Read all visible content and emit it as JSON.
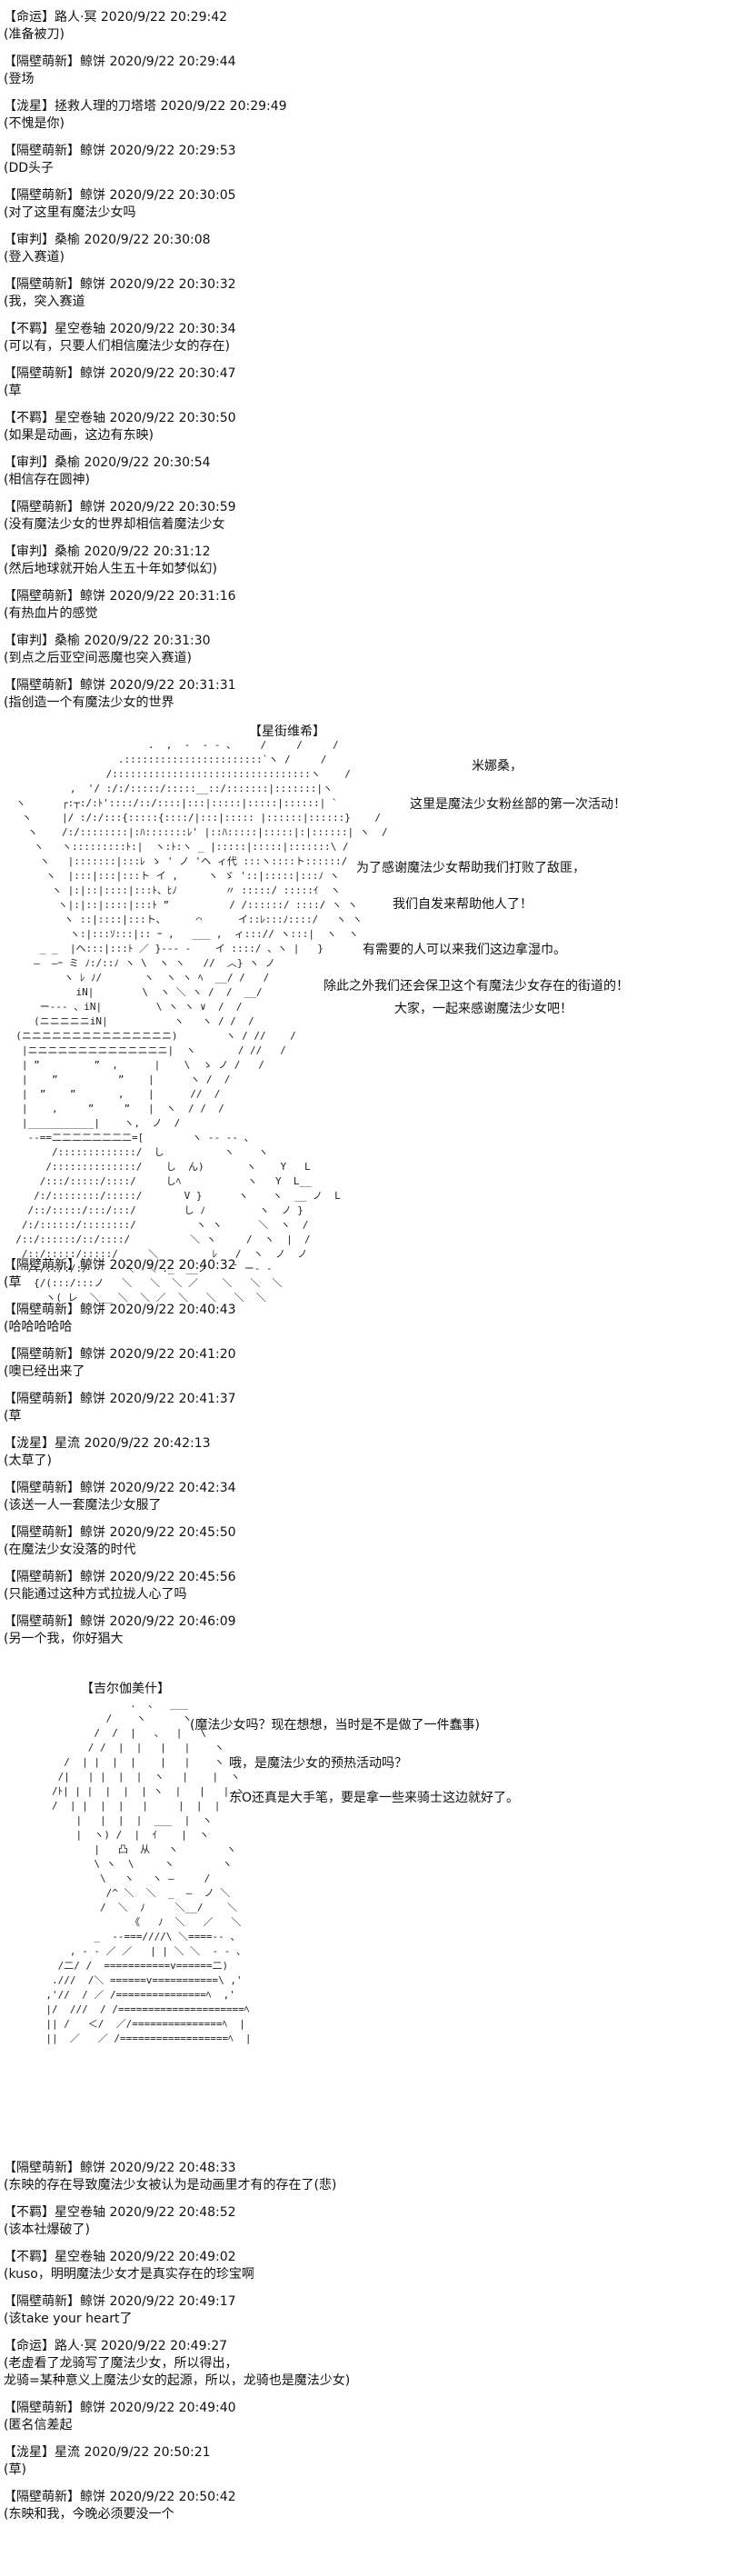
{
  "messages_a": [
    {
      "header": "【命运】路人·冥 2020/9/22 20:29:42",
      "text": "(准备被刀)"
    },
    {
      "header": "【隔壁萌新】鲸饼 2020/9/22 20:29:44",
      "text": "(登场"
    },
    {
      "header": "【泷星】拯救人理的刀塔塔 2020/9/22 20:29:49",
      "text": "(不愧是你)"
    },
    {
      "header": "【隔壁萌新】鲸饼 2020/9/22 20:29:53",
      "text": "(DD头子"
    },
    {
      "header": "【隔壁萌新】鲸饼 2020/9/22 20:30:05",
      "text": "(对了这里有魔法少女吗"
    },
    {
      "header": "【审判】桑榆 2020/9/22 20:30:08",
      "text": "(登入赛道)"
    },
    {
      "header": "【隔壁萌新】鲸饼 2020/9/22 20:30:32",
      "text": "(我，突入赛道"
    },
    {
      "header": "【不羁】星空卷轴 2020/9/22 20:30:34",
      "text": "(可以有，只要人们相信魔法少女的存在)"
    },
    {
      "header": "【隔壁萌新】鲸饼 2020/9/22 20:30:47",
      "text": "(草"
    },
    {
      "header": "【不羁】星空卷轴 2020/9/22 20:30:50",
      "text": "(如果是动画，这边有东映)"
    },
    {
      "header": "【审判】桑榆 2020/9/22 20:30:54",
      "text": "(相信存在圆神)"
    },
    {
      "header": "【隔壁萌新】鲸饼 2020/9/22 20:30:59",
      "text": "(没有魔法少女的世界却相信着魔法少女"
    },
    {
      "header": "【审判】桑榆 2020/9/22 20:31:12",
      "text": "(然后地球就开始人生五十年如梦似幻)"
    },
    {
      "header": "【隔壁萌新】鲸饼 2020/9/22 20:31:16",
      "text": "(有热血片的感觉"
    },
    {
      "header": "【审判】桑榆 2020/9/22 20:31:30",
      "text": "(到点之后亚空间恶魔也突入赛道)"
    },
    {
      "header": "【隔壁萌新】鲸饼 2020/9/22 20:31:31",
      "text": "(指创造一个有魔法少女的世界"
    }
  ],
  "art1": {
    "title": "【星街维希】",
    "lines": [
      "米娜桑，",
      "这里是魔法少女粉丝部的第一次活动！",
      "为了感谢魔法少女帮助我们打败了敌匪，",
      "我们自发来帮助他人了！",
      "有需要的人可以来我们这边拿湿巾。",
      "除此之外我们还会保卫这个有魔法少女存在的街道的！",
      "大家，一起来感谢魔法少女吧！"
    ]
  },
  "messages_b": [
    {
      "header": "【隔壁萌新】鲸饼 2020/9/22 20:40:32",
      "text": "(草"
    },
    {
      "header": "【隔壁萌新】鲸饼 2020/9/22 20:40:43",
      "text": "(哈哈哈哈哈"
    },
    {
      "header": "【隔壁萌新】鲸饼 2020/9/22 20:41:20",
      "text": "(噢已经出来了"
    },
    {
      "header": "【隔壁萌新】鲸饼 2020/9/22 20:41:37",
      "text": "(草"
    },
    {
      "header": "【泷星】星流 2020/9/22 20:42:13",
      "text": "(太草了)"
    },
    {
      "header": "【隔壁萌新】鲸饼 2020/9/22 20:42:34",
      "text": "(该送一人一套魔法少女服了"
    },
    {
      "header": "【隔壁萌新】鲸饼 2020/9/22 20:45:50",
      "text": "(在魔法少女没落的时代"
    },
    {
      "header": "【隔壁萌新】鲸饼 2020/9/22 20:45:56",
      "text": "(只能通过这种方式拉拢人心了吗"
    },
    {
      "header": "【隔壁萌新】鲸饼 2020/9/22 20:46:09",
      "text": "(另一个我，你好猖大"
    }
  ],
  "art2": {
    "title": "【吉尔伽美什】",
    "lines": [
      "(魔法少女吗？现在想想，当时是不是做了一件蠢事)",
      "哦，是魔法少女的预热活动吗？",
      "东O还真是大手笔，要是拿一些来骑士这边就好了。"
    ]
  },
  "messages_c": [
    {
      "header": "【隔壁萌新】鲸饼 2020/9/22 20:48:33",
      "text": "(东映的存在导致魔法少女被认为是动画里才有的存在了(悲)"
    },
    {
      "header": "【不羁】星空卷轴 2020/9/22 20:48:52",
      "text": "(该本社爆破了)"
    },
    {
      "header": "【不羁】星空卷轴 2020/9/22 20:49:02",
      "text": "(kuso，明明魔法少女才是真实存在的珍宝啊"
    },
    {
      "header": "【隔壁萌新】鲸饼 2020/9/22 20:49:17",
      "text": "(该take your heart了"
    },
    {
      "header": "【命运】路人·冥 2020/9/22 20:49:27",
      "text": "(老虚看了龙骑写了魔法少女，所以得出，\n龙骑=某种意义上魔法少女的起源，所以，龙骑也是魔法少女)"
    },
    {
      "header": "【隔壁萌新】鲸饼 2020/9/22 20:49:40",
      "text": "(匿名信差起"
    },
    {
      "header": "【泷星】星流 2020/9/22 20:50:21",
      "text": "(草)"
    },
    {
      "header": "【隔壁萌新】鲸饼 2020/9/22 20:50:42",
      "text": "(东映和我，今晚必须要没一个"
    }
  ]
}
